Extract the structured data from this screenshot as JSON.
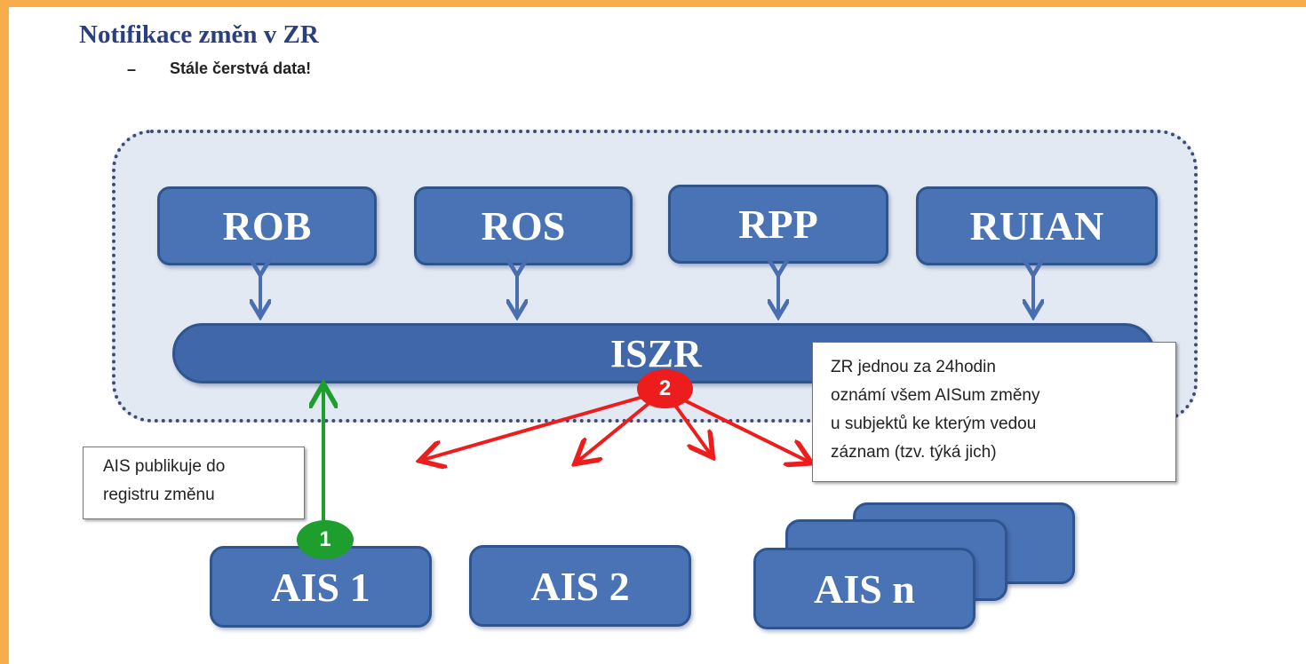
{
  "title": "Notifikace změn v ZR",
  "subtitle": {
    "dash": "–",
    "text": "Stále čerstvá data!"
  },
  "registries": [
    "ROB",
    "ROS",
    "RPP",
    "RUIAN"
  ],
  "bus": {
    "label": "ISZR"
  },
  "systems": [
    "AIS 1",
    "AIS 2",
    "AIS n"
  ],
  "steps": [
    {
      "number": "1",
      "color": "#1e9e2c",
      "note": [
        "AIS publikuje do",
        "registru změnu"
      ]
    },
    {
      "number": "2",
      "color": "#ee1d1d",
      "note": [
        "ZR jednou za 24hodin",
        "oznámí všem AISum změny",
        "u subjektů ke kterým vedou",
        "záznam (tzv. týká jich)"
      ]
    }
  ],
  "colors": {
    "frame": "#f7ad4b",
    "box_fill": "#4a73b5",
    "region_fill": "#e3e9f3",
    "notify_arrow": "#ee1d1d",
    "publish_arrow": "#1e9e2c",
    "link_arrow": "#4a6fb0"
  }
}
